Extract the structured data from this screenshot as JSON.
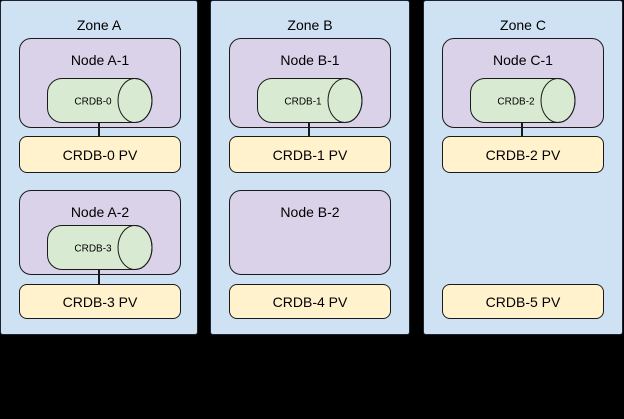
{
  "diagram": {
    "type": "deployment-topology",
    "background": "#000000"
  },
  "colors": {
    "zone_fill": "#cfe2f3",
    "node_fill": "#d9d2e9",
    "db_fill": "#d9ead3",
    "pv_fill": "#fff2cc",
    "border": "#1a1a1a"
  },
  "zones": [
    {
      "label": "Zone A",
      "rows": [
        {
          "node_label": "Node A-1",
          "db_label": "CRDB-0",
          "pv_label": "CRDB-0 PV",
          "connected": true
        },
        {
          "node_label": "Node A-2",
          "db_label": "CRDB-3",
          "pv_label": "CRDB-3 PV",
          "connected": true
        }
      ]
    },
    {
      "label": "Zone B",
      "rows": [
        {
          "node_label": "Node B-1",
          "db_label": "CRDB-1",
          "pv_label": "CRDB-1 PV",
          "connected": true
        },
        {
          "node_label": "Node B-2",
          "db_label": null,
          "pv_label": "CRDB-4 PV",
          "connected": false
        }
      ]
    },
    {
      "label": "Zone C",
      "rows": [
        {
          "node_label": "Node C-1",
          "db_label": "CRDB-2",
          "pv_label": "CRDB-2 PV",
          "connected": true
        },
        {
          "node_label": null,
          "db_label": null,
          "pv_label": "CRDB-5 PV",
          "connected": false
        }
      ]
    }
  ]
}
